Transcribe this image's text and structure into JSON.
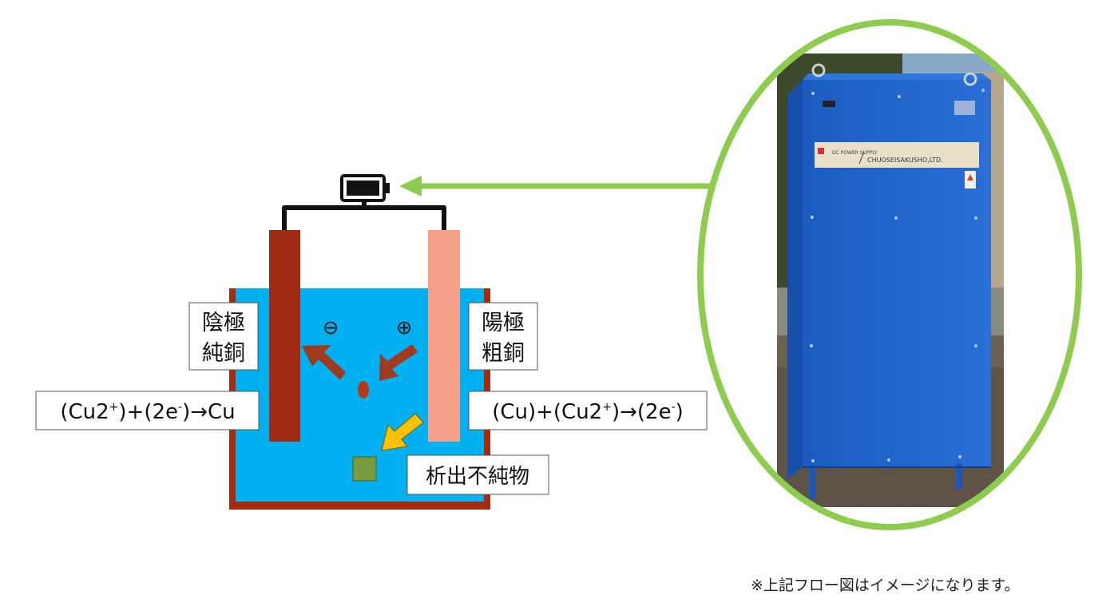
{
  "diagram": {
    "cathode": {
      "line1": "陰極",
      "line2": "純銅",
      "sign": "⊖"
    },
    "anode": {
      "line1": "陽極",
      "line2": "粗銅",
      "sign": "⊕"
    },
    "cathode_reaction": {
      "a": "(Cu2",
      "sup1": "+",
      "b": ")+(2e",
      "sup2": "-",
      "c": ")→Cu"
    },
    "anode_reaction": {
      "a": "(Cu)+(Cu2",
      "sup1": "+",
      "b": ")→(2e",
      "sup2": "-",
      "c": ")"
    },
    "impurity_label": "析出不純物",
    "photo_plate": {
      "brand": "CHUOSEISAKUSHO,LTD.",
      "small": "DC POWER SUPPLY"
    }
  },
  "colors": {
    "electrolyte": "#00b0f0",
    "tank": "#a52a0e",
    "cathode": "#9e2a12",
    "anode": "#f4a08a",
    "arrow_ion": "#9e3b1e",
    "arrow_impurity": "#ffc000",
    "impurity": "#7a9a40",
    "highlight": "#8dcc4e",
    "cabinet": "#1e62c8"
  },
  "icons": [
    "battery-icon",
    "cathode-minus-icon",
    "anode-plus-icon"
  ],
  "footer": {
    "note": "※上記フロー図はイメージになります。"
  }
}
